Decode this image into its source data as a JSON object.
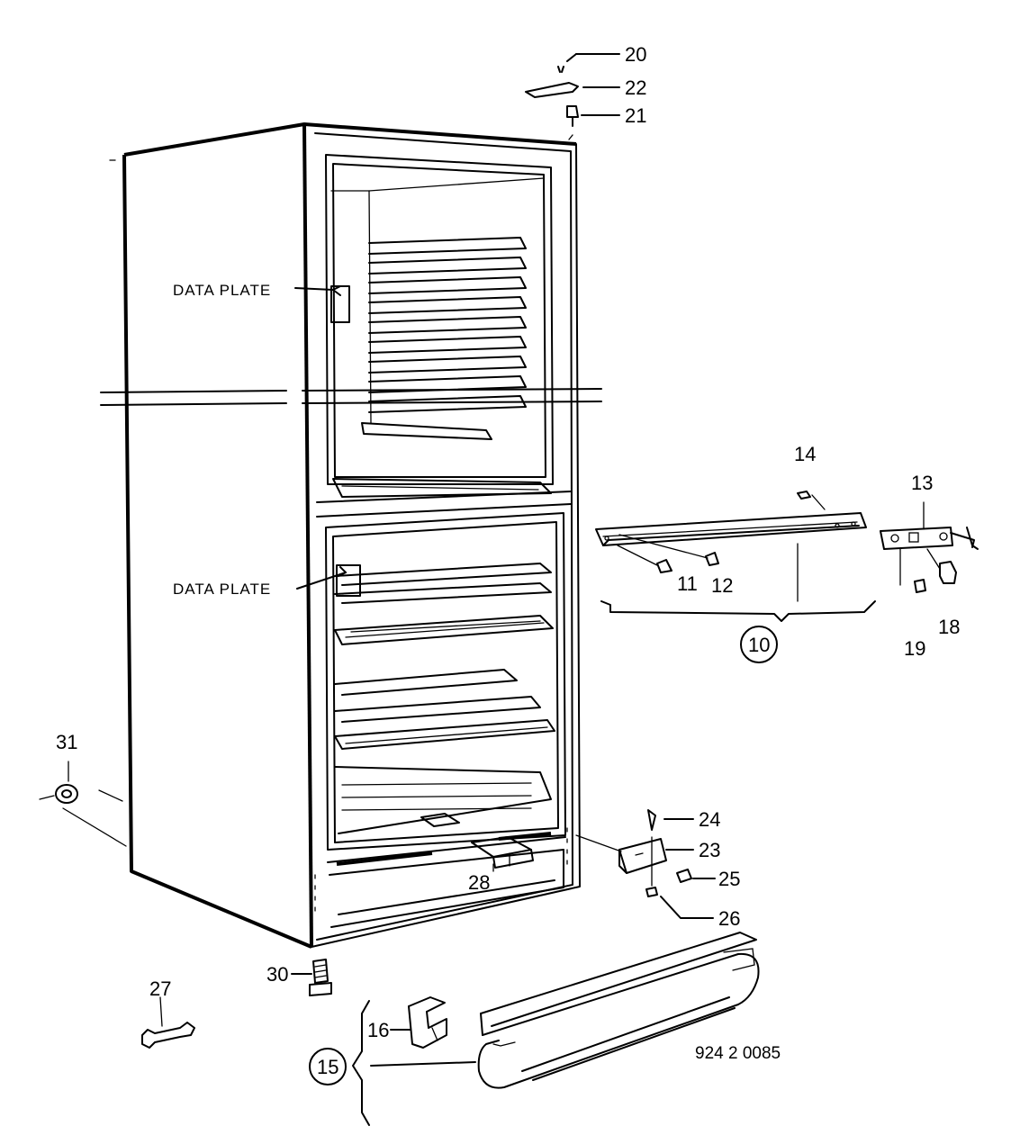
{
  "diagram": {
    "data_plate_upper": "DATA PLATE",
    "data_plate_lower": "DATA PLATE",
    "drawing_number": "924 2 0085",
    "callouts": {
      "c20": "20",
      "c22": "22",
      "c21": "21",
      "c14": "14",
      "c13": "13",
      "c11": "11",
      "c12": "12",
      "c10": "10",
      "c18": "18",
      "c19": "19",
      "c31": "31",
      "c24": "24",
      "c23": "23",
      "c25": "25",
      "c26": "26",
      "c28": "28",
      "c30": "30",
      "c27": "27",
      "c16": "16",
      "c15": "15"
    }
  }
}
